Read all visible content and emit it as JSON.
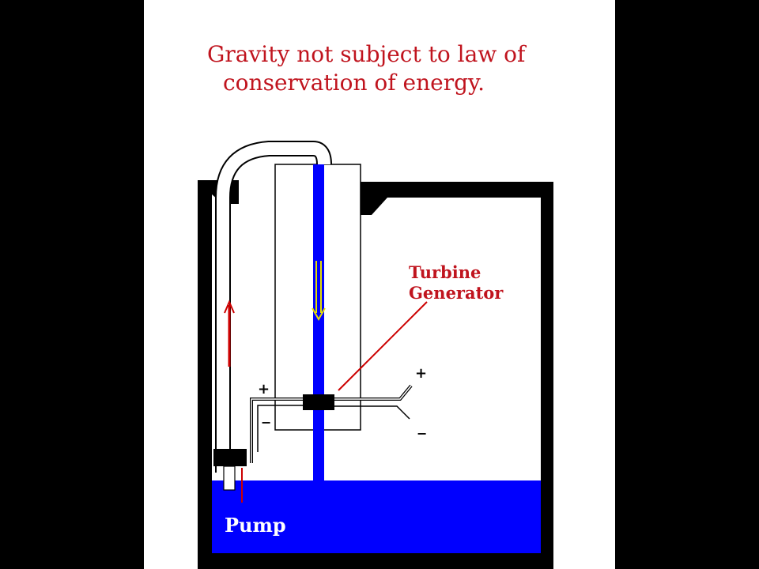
{
  "title": {
    "line1": "Gravity not subject to law of",
    "line2": "conservation of energy."
  },
  "labels": {
    "turbine_line1": "Turbine",
    "turbine_line2": "Generator",
    "pump": "Pump",
    "plus_left": "+",
    "minus_left": "−",
    "plus_right": "+",
    "minus_right": "−"
  },
  "colors": {
    "water": "#0000ff",
    "title_red": "#c0141e",
    "arrow_up": "#cc0000",
    "arrow_down": "#e8e000"
  }
}
